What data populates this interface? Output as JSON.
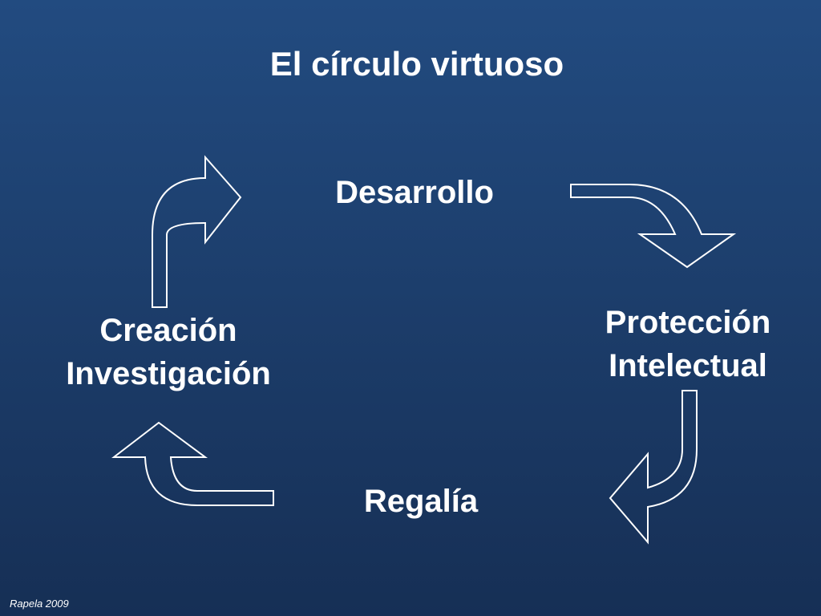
{
  "slide": {
    "title": "El círculo virtuoso",
    "credit": "Rapela 2009"
  },
  "nodes": {
    "desarrollo": "Desarrollo",
    "proteccion": [
      "Protección",
      "Intelectual"
    ],
    "regalia": "Regalía",
    "creacion": [
      "Creación",
      "Investigación"
    ]
  },
  "colors": {
    "background_top": "#224b80",
    "background_bottom": "#162f55",
    "text": "#ffffff",
    "arrow_fill": "#ff3d17",
    "arrow_outline": "#ffffff"
  },
  "icons": [
    "curved-arrow-top-right-icon",
    "curved-arrow-right-down-icon",
    "curved-arrow-bottom-left-icon",
    "curved-arrow-left-up-icon"
  ]
}
